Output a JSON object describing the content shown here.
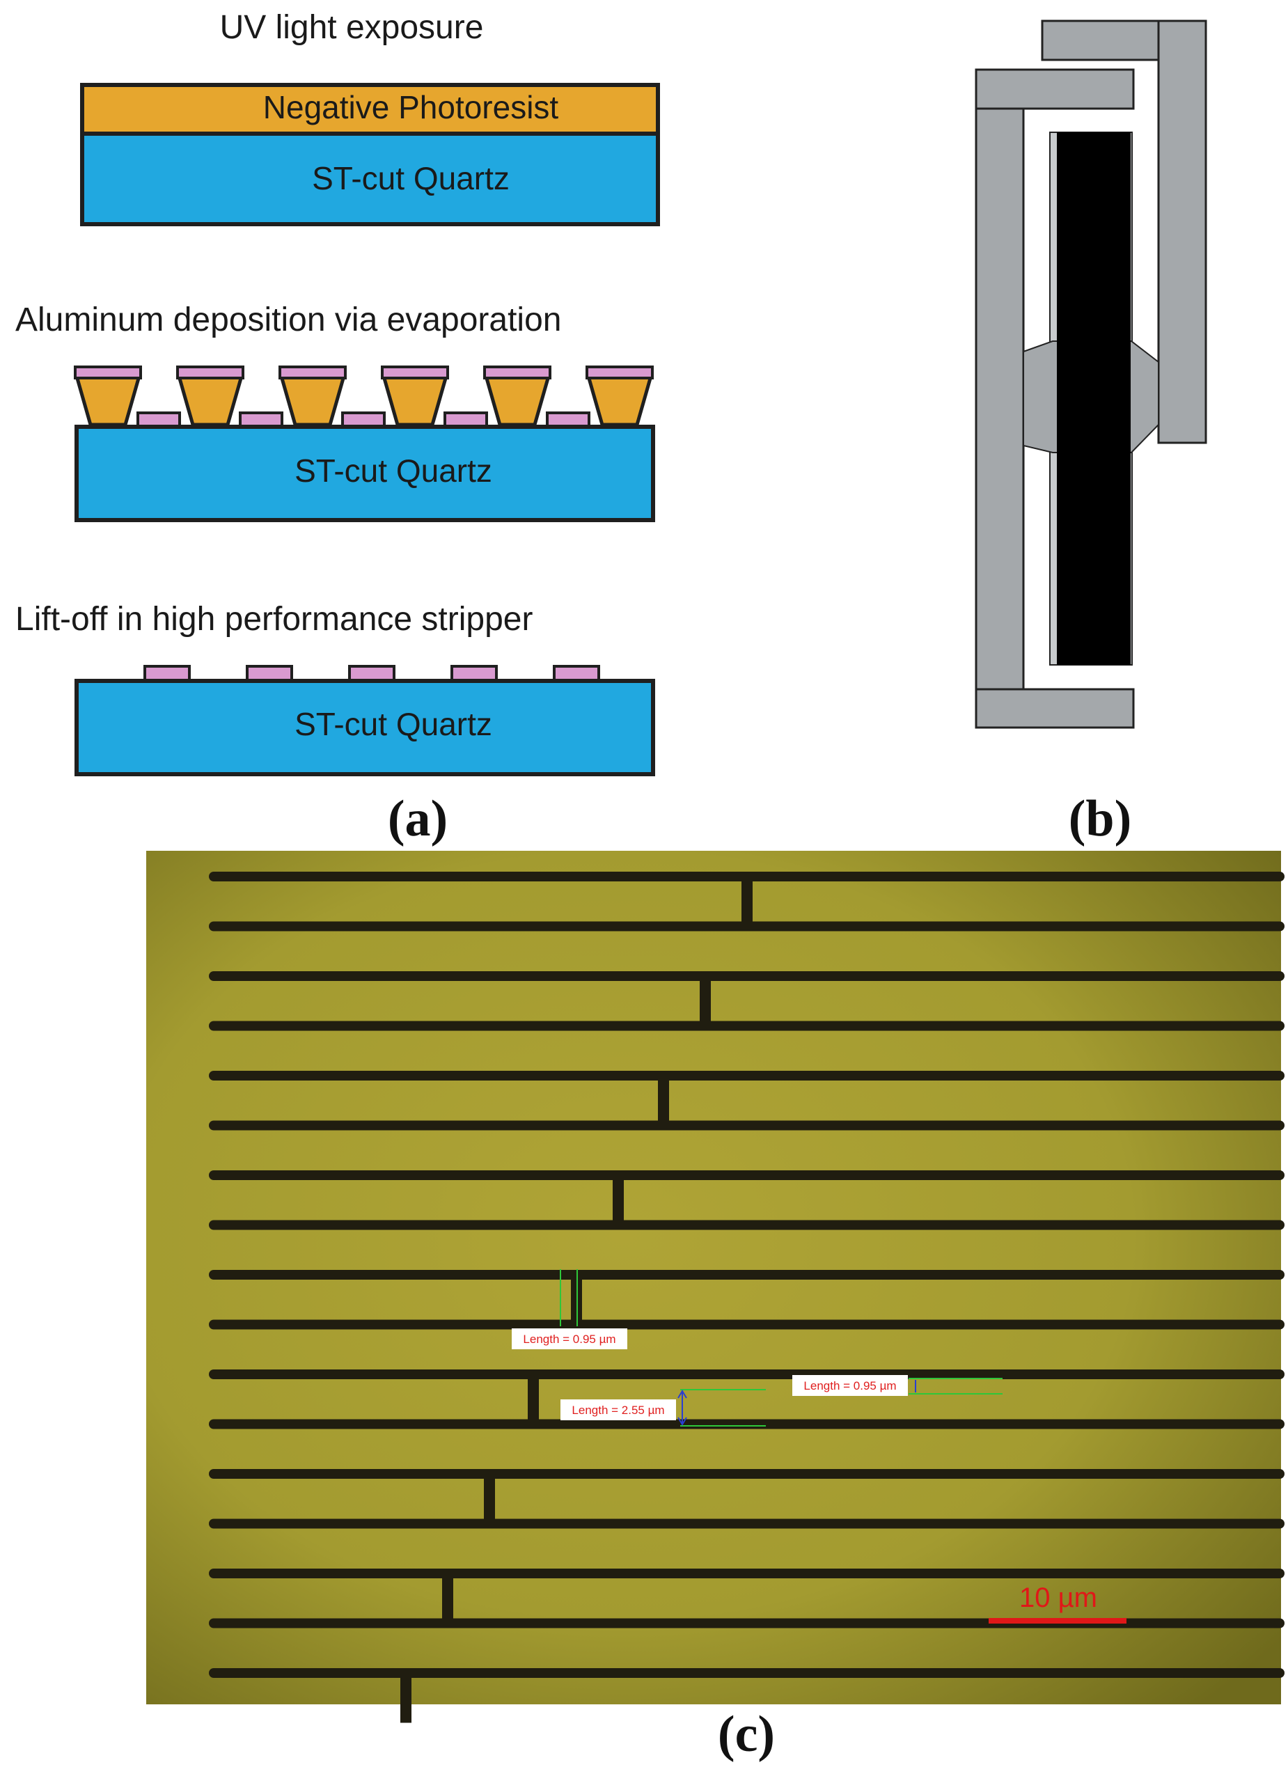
{
  "panel_a": {
    "label": "(a)",
    "steps": [
      {
        "title": "UV light exposure",
        "resist_label": "Negative Photoresist",
        "substrate_label": "ST-cut Quartz"
      },
      {
        "title": "Aluminum deposition via evaporation",
        "substrate_label": "ST-cut Quartz"
      },
      {
        "title": "Lift-off in high performance stripper",
        "substrate_label": "ST-cut Quartz"
      }
    ],
    "colors": {
      "photoresist": "#e6a62e",
      "quartz": "#21a8e0",
      "aluminum": "#d99ad0",
      "outline": "#1f1f1f"
    }
  },
  "panel_b": {
    "label": "(b)",
    "colors": {
      "frame": "#a4a8ab",
      "crystal": "#000000",
      "outline": "#222222"
    }
  },
  "panel_c": {
    "label": "(c)",
    "measurements": [
      {
        "text": "Length = 0.95 µm"
      },
      {
        "text": "Length = 2.55 µm"
      },
      {
        "text": "Length = 0.95 µm"
      }
    ],
    "scale_bar": {
      "text": "10 µm"
    },
    "colors": {
      "background": "#a19a31",
      "electrode": "#201d10",
      "measure_line": "#2ec73a",
      "arrow": "#2a3fd0",
      "scale": "#e01818"
    }
  }
}
